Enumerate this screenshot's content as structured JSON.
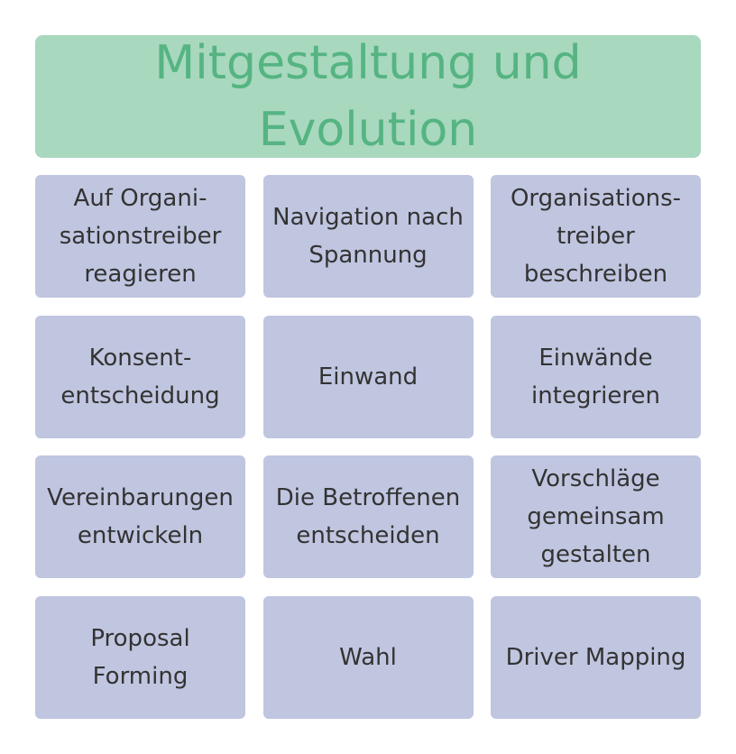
{
  "header": {
    "title": "Mitgestaltung und\nEvolution"
  },
  "colors": {
    "header_background": "#a8d8be",
    "header_text": "#55b482",
    "cell_background": "#c0c6e0",
    "cell_text": "#333333"
  },
  "cells": [
    {
      "label": "Auf Organi-\nsationstreiber\nreagieren"
    },
    {
      "label": "Navigation nach\nSpannung"
    },
    {
      "label": "Organisations-\ntreiber\nbeschreiben"
    },
    {
      "label": "Konsent-\nentscheidung"
    },
    {
      "label": "Einwand"
    },
    {
      "label": "Einwände\nintegrieren"
    },
    {
      "label": "Vereinbarungen\nentwickeln"
    },
    {
      "label": "Die Betroffenen\nentscheiden"
    },
    {
      "label": "Vorschläge\ngemeinsam\ngestalten"
    },
    {
      "label": "Proposal\nForming"
    },
    {
      "label": "Wahl"
    },
    {
      "label": "Driver Mapping"
    }
  ]
}
